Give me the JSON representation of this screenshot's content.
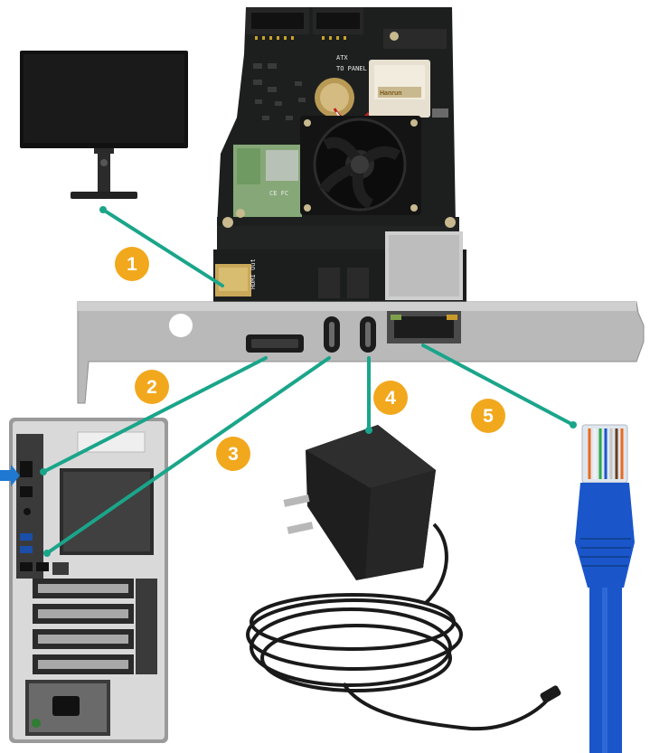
{
  "colors": {
    "connector_line": "#1aa58a",
    "badge_fill": "#f2a81d",
    "pcb": "#1d1f1f",
    "bracket": "#b9b9b9",
    "cable_blue": "#1a56c9",
    "tower": "#d9d9d9"
  },
  "callouts": [
    {
      "number": "1",
      "target": "monitor-hdmi"
    },
    {
      "number": "2",
      "target": "hdmi-out-to-pc"
    },
    {
      "number": "3",
      "target": "usb-c-to-pc"
    },
    {
      "number": "4",
      "target": "usb-c-power-adapter"
    },
    {
      "number": "5",
      "target": "ethernet-cable"
    }
  ],
  "labels": {
    "pcb_panel": "TO PANEL",
    "pcb_atx": "ATX",
    "pcb_hdmi": "HDMI Out",
    "chip": "Hanrun",
    "ce_mark": "CE FC"
  }
}
